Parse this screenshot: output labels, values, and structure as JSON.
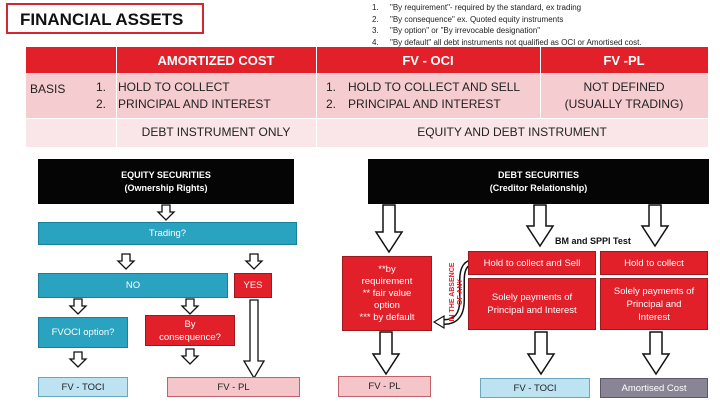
{
  "title": "FINANCIAL ASSETS",
  "notes": [
    {
      "num": "1.",
      "text": "\"By requirement\"- required by the standard, ex trading"
    },
    {
      "num": "2.",
      "text": "\"By consequence\" ex. Quoted equity instruments"
    },
    {
      "num": "3.",
      "text": "\"By option\" or \"By irrevocable designation\""
    },
    {
      "num": "4.",
      "text": "\"By default\" all debt instruments not qualified as OCI or Amortised cost."
    }
  ],
  "table": {
    "headers": [
      "AMORTIZED COST",
      "FV - OCI",
      "FV -PL"
    ],
    "row_label": "BASIS",
    "amortized": [
      {
        "num": "1.",
        "text": "HOLD TO COLLECT"
      },
      {
        "num": "2.",
        "text": "PRINCIPAL AND INTEREST"
      }
    ],
    "fvoci": [
      {
        "num": "1.",
        "text": "HOLD TO COLLECT AND SELL"
      },
      {
        "num": "2.",
        "text": "PRINCIPAL AND INTEREST"
      }
    ],
    "fvpl": [
      "NOT DEFINED",
      "(USUALLY TRADING)"
    ],
    "instrument_ac": "DEBT INSTRUMENT ONLY",
    "instrument_fv": "EQUITY AND DEBT INSTRUMENT"
  },
  "equity": {
    "header_line1": "EQUITY SECURITIES",
    "header_line2": "(Ownership Rights)",
    "trading": "Trading?",
    "no": "NO",
    "yes": "YES",
    "fvoci_option": "FVOCI option?",
    "by_consequence_1": "By",
    "by_consequence_2": "consequence?",
    "result_toci": "FV - TOCI",
    "result_pl": "FV - PL"
  },
  "debt": {
    "header_line1": "DEBT SECURITIES",
    "header_line2": "(Creditor Relationship)",
    "bm_test": "BM and SPPI Test",
    "requirement_lines": [
      "**by",
      "requirement",
      "** fair value",
      "option",
      "*** by default"
    ],
    "absence_label_1": "IN THE ABSENCE",
    "absence_label_2": "OF ANY",
    "hold_sell": "Hold to collect and Sell",
    "hold_collect": "Hold to collect",
    "sppi_1": [
      "Solely payments of",
      "Principal and Interest"
    ],
    "sppi_2": [
      "Solely payments of",
      "Principal and",
      "Interest"
    ],
    "result_pl": "FV - PL",
    "result_toci": "FV - TOCI",
    "result_amortised": "Amortised Cost"
  },
  "colors": {
    "accent_red": "#e2202a",
    "teal": "#2aa3c1",
    "black": "#050505",
    "grey": "#8a8594"
  }
}
